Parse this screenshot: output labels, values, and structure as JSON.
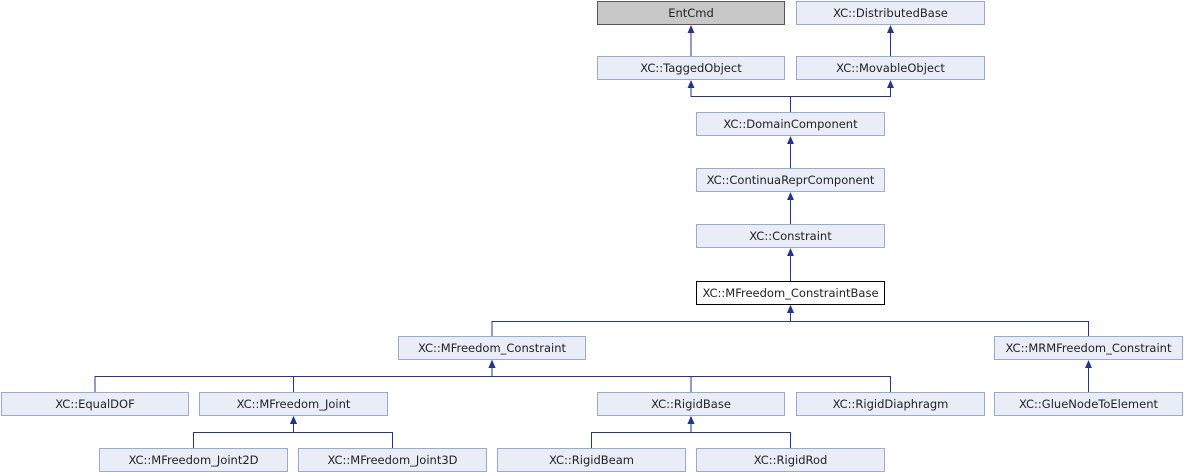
{
  "diagram": {
    "nodes": {
      "entcmd": "EntCmd",
      "distributed_base": "XC::DistributedBase",
      "tagged_object": "XC::TaggedObject",
      "movable_object": "XC::MovableObject",
      "domain_component": "XC::DomainComponent",
      "continua_repr_component": "XC::ContinuaReprComponent",
      "constraint": "XC::Constraint",
      "mfreedom_constraint_base": "XC::MFreedom_ConstraintBase",
      "mfreedom_constraint": "XC::MFreedom_Constraint",
      "mrmfreedom_constraint": "XC::MRMFreedom_Constraint",
      "equal_dof": "XC::EqualDOF",
      "mfreedom_joint": "XC::MFreedom_Joint",
      "rigid_base": "XC::RigidBase",
      "rigid_diaphragm": "XC::RigidDiaphragm",
      "glue_node_to_element": "XC::GlueNodeToElement",
      "mfreedom_joint2d": "XC::MFreedom_Joint2D",
      "mfreedom_joint3d": "XC::MFreedom_Joint3D",
      "rigid_beam": "XC::RigidBeam",
      "rigid_rod": "XC::RigidRod"
    },
    "edges": [
      [
        "tagged_object",
        "entcmd"
      ],
      [
        "movable_object",
        "distributed_base"
      ],
      [
        "domain_component",
        "tagged_object"
      ],
      [
        "domain_component",
        "movable_object"
      ],
      [
        "continua_repr_component",
        "domain_component"
      ],
      [
        "constraint",
        "continua_repr_component"
      ],
      [
        "mfreedom_constraint_base",
        "constraint"
      ],
      [
        "mfreedom_constraint",
        "mfreedom_constraint_base"
      ],
      [
        "mrmfreedom_constraint",
        "mfreedom_constraint_base"
      ],
      [
        "equal_dof",
        "mfreedom_constraint"
      ],
      [
        "mfreedom_joint",
        "mfreedom_constraint"
      ],
      [
        "rigid_base",
        "mfreedom_constraint"
      ],
      [
        "rigid_diaphragm",
        "mfreedom_constraint"
      ],
      [
        "glue_node_to_element",
        "mrmfreedom_constraint"
      ],
      [
        "mfreedom_joint2d",
        "mfreedom_joint"
      ],
      [
        "mfreedom_joint3d",
        "mfreedom_joint"
      ],
      [
        "rigid_beam",
        "rigid_base"
      ],
      [
        "rigid_rod",
        "rigid_base"
      ]
    ],
    "colors": {
      "edge": "#25348c",
      "node_fill": "#e8edf7",
      "node_border": "#9aa9cc",
      "external_fill": "#c8c8c8",
      "current_fill": "#ffffff"
    }
  }
}
